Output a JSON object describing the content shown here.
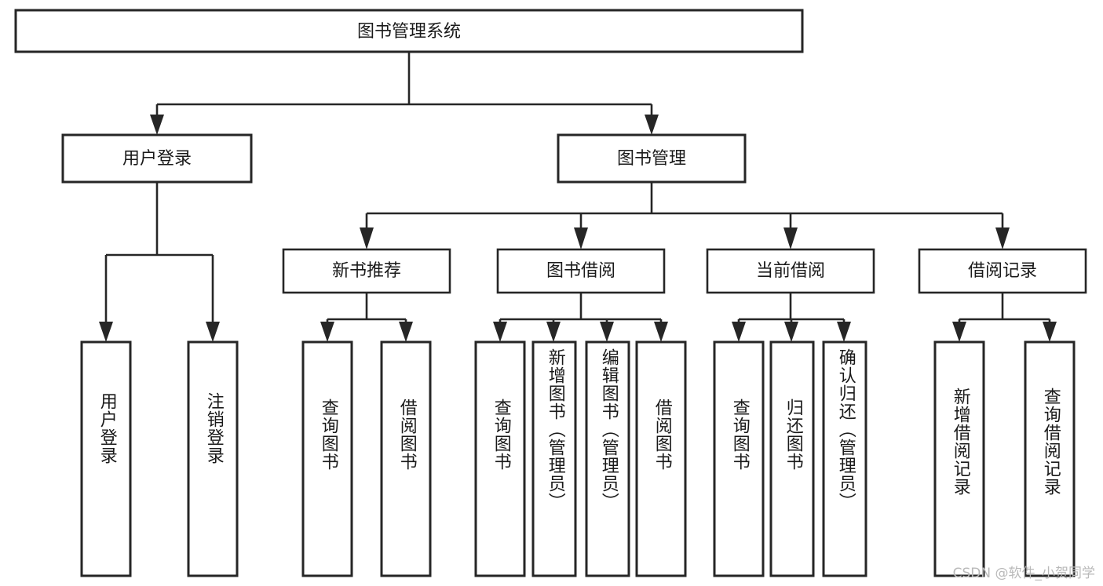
{
  "diagram": {
    "type": "tree-hierarchy-diagram",
    "title": "图书管理系统",
    "orientation": "top-down",
    "colors": {
      "background": "#ffffff",
      "box_border": "#262626",
      "box_fill": "#ffffff",
      "text": "#1a1a1a",
      "watermark": "#b9b9b9"
    },
    "root": {
      "label": "图书管理系统"
    },
    "level2": [
      {
        "id": "user-login",
        "label": "用户登录"
      },
      {
        "id": "book-management",
        "label": "图书管理"
      }
    ],
    "level3": [
      {
        "id": "new-book-recommend",
        "label": "新书推荐",
        "parent": "book-management"
      },
      {
        "id": "book-borrow",
        "label": "图书借阅",
        "parent": "book-management"
      },
      {
        "id": "current-borrow",
        "label": "当前借阅",
        "parent": "book-management"
      },
      {
        "id": "borrow-record",
        "label": "借阅记录",
        "parent": "book-management"
      }
    ],
    "leaves": [
      {
        "id": "leaf-user-login",
        "label": "用户登录",
        "parent": "user-login"
      },
      {
        "id": "leaf-logout",
        "label": "注销登录",
        "parent": "user-login"
      },
      {
        "id": "leaf-query-book-1",
        "label": "查询图书",
        "parent": "new-book-recommend"
      },
      {
        "id": "leaf-borrow-book-1",
        "label": "借阅图书",
        "parent": "new-book-recommend"
      },
      {
        "id": "leaf-query-book-2",
        "label": "查询图书",
        "parent": "book-borrow"
      },
      {
        "id": "leaf-add-book",
        "label": "新增图书（管理员）",
        "parent": "book-borrow"
      },
      {
        "id": "leaf-edit-book",
        "label": "编辑图书（管理员）",
        "parent": "book-borrow"
      },
      {
        "id": "leaf-borrow-book-2",
        "label": "借阅图书",
        "parent": "book-borrow"
      },
      {
        "id": "leaf-query-book-3",
        "label": "查询图书",
        "parent": "current-borrow"
      },
      {
        "id": "leaf-return-book",
        "label": "归还图书",
        "parent": "current-borrow"
      },
      {
        "id": "leaf-confirm-return",
        "label": "确认归还（管理员）",
        "parent": "current-borrow"
      },
      {
        "id": "leaf-add-record",
        "label": "新增借阅记录",
        "parent": "borrow-record"
      },
      {
        "id": "leaf-query-record",
        "label": "查询借阅记录",
        "parent": "borrow-record"
      }
    ],
    "watermark": "CSDN @软件_小贺同学"
  }
}
